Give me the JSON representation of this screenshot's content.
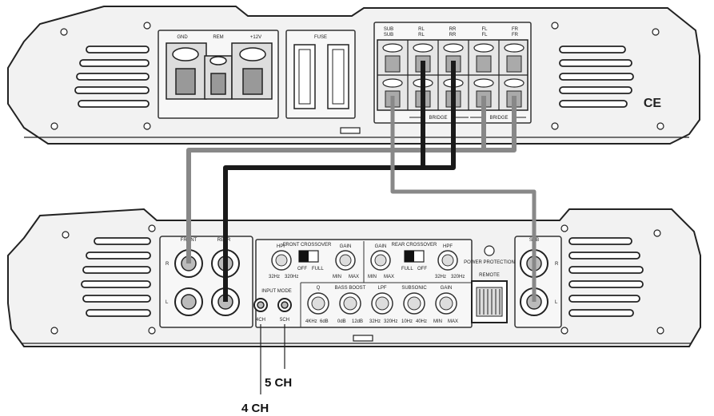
{
  "top_amp": {
    "power_labels": [
      "GND",
      "REM",
      "+12V"
    ],
    "fuse_label": "FUSE",
    "speaker_labels": [
      "SUB",
      "SUB",
      "RL",
      "RL",
      "RR",
      "RR",
      "FL",
      "FL",
      "FR",
      "FR"
    ],
    "bridge_labels": [
      "BRIDGE",
      "BRIDGE"
    ],
    "ce_mark": "CE"
  },
  "bottom_amp": {
    "rca_left_labels": [
      "FRONT",
      "REAR"
    ],
    "channel_r": "R",
    "channel_l": "L",
    "hpf_label": "HPF",
    "front_crossover_label": "FRONT CROSSOVER",
    "gain_label": "GAIN",
    "rear_crossover_label": "REAR CROSSOVER",
    "off_label": "OFF",
    "full_label": "FULL",
    "min_label": "MIN",
    "max_label": "MAX",
    "hpf_range": [
      "32Hz",
      "320Hz"
    ],
    "power_protection_label": "POWER PROTECTION",
    "remote_label": "REMOTE",
    "input_mode_label": "INPUT MODE",
    "input_mode_options": [
      "4CH",
      "5CH"
    ],
    "lower_knob_labels": [
      "Q",
      "BASS BOOST",
      "LPF",
      "SUBSONIC",
      "GAIN"
    ],
    "lower_knob_ranges": [
      [
        "4KHz",
        "6dB"
      ],
      [
        "0dB",
        "12dB"
      ],
      [
        "32Hz",
        "320Hz"
      ],
      [
        "10Hz",
        "40Hz"
      ],
      [
        "MIN",
        "MAX"
      ]
    ],
    "sub_label": "SUB"
  },
  "annotations": {
    "five_ch": "5 CH",
    "four_ch": "4 CH"
  },
  "colors": {
    "wire_gray": "#888888",
    "wire_black": "#1a1a1a"
  }
}
